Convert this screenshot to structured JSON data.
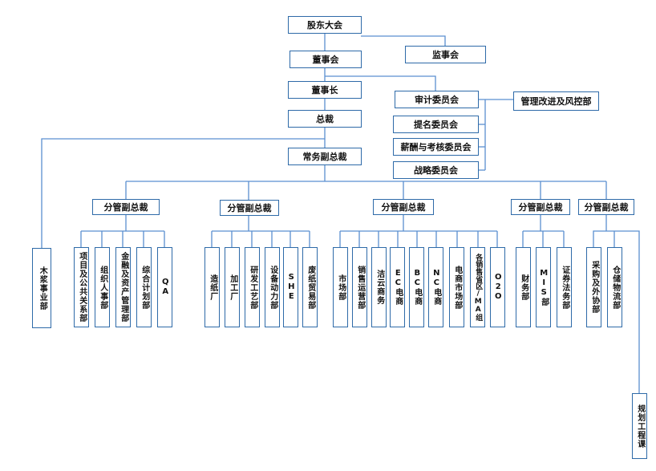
{
  "colors": {
    "line": "#5b8fd0",
    "border": "#2e6aa8"
  },
  "top": {
    "shareholders": "股东大会",
    "board": "董事会",
    "supervisory": "监事会",
    "chairman": "董事长",
    "president": "总裁",
    "exec_vp": "常务副总裁",
    "audit_committee": "审计委员会",
    "risk_dept": "管理改进及风控部",
    "nomination_committee": "提名委员会",
    "compensation_committee": "薪酬与考核委员会",
    "strategy_committee": "战略委员会"
  },
  "wood_division": "木浆事业部",
  "vp_groups": [
    {
      "label": "分管副总裁",
      "departments": [
        "项目及公共关系部",
        "组织人事部",
        "金融及资产管理部",
        "综合计划部",
        "QA"
      ]
    },
    {
      "label": "分管副总裁",
      "departments": [
        "造纸厂",
        "加工厂",
        "研发工艺部",
        "设备动力部",
        "SHE",
        "废纸贸易部"
      ]
    },
    {
      "label": "分管副总裁",
      "departments": [
        "市场部",
        "销售运营部",
        "洁云商务",
        "EC电商",
        "BC电商",
        "NC电商",
        "电商市场部",
        "各销售省区/MA组",
        "O2O"
      ]
    },
    {
      "label": "分管副总裁",
      "departments": [
        "财务部",
        "MIS部",
        "证券法务部"
      ]
    },
    {
      "label": "分管副总裁",
      "departments": [
        "采购及外协部",
        "仓储物流部"
      ]
    }
  ],
  "planning_dept": "规划工程课"
}
